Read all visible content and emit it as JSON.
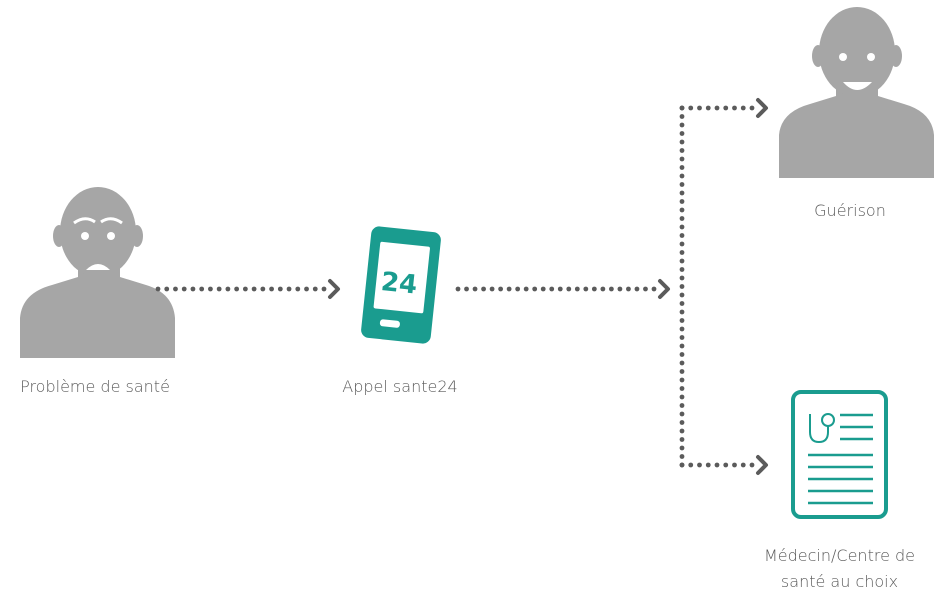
{
  "nodes": {
    "problem": {
      "label": "Problème de santé",
      "icon": "worried-person-icon"
    },
    "call": {
      "label": "Appel sante24",
      "icon": "mobile-phone-icon",
      "phone_screen_text": "24"
    },
    "healed": {
      "label": "Guérison",
      "icon": "smiling-person-icon"
    },
    "doctor": {
      "label_line1": "Médecin/Centre de",
      "label_line2": "santé au choix",
      "icon": "medical-record-icon"
    }
  },
  "colors": {
    "person": "#a6a6a6",
    "connector": "#5b5b5b",
    "accent": "#1a9c8f",
    "label": "#5a5a5a"
  }
}
